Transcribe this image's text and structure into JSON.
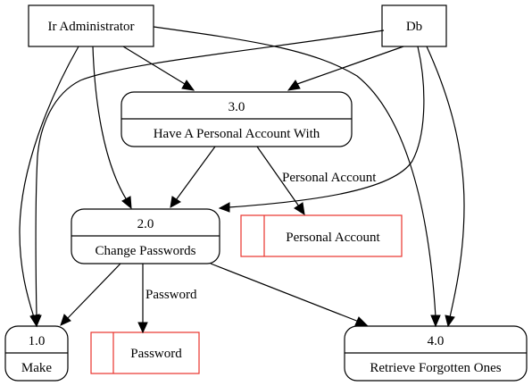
{
  "externals": {
    "admin": "Ir Administrator",
    "db": "Db"
  },
  "processes": {
    "p3": {
      "id": "3.0",
      "name": "Have A Personal Account With"
    },
    "p2": {
      "id": "2.0",
      "name": "Change Passwords"
    },
    "p1": {
      "id": "1.0",
      "name": "Make"
    },
    "p4": {
      "id": "4.0",
      "name": "Retrieve Forgotten Ones"
    }
  },
  "stores": {
    "personal_account": "Personal Account",
    "password": "Password"
  },
  "edge_labels": {
    "personal_account": "Personal Account",
    "password": "Password"
  },
  "colors": {
    "store_stroke": "#e8322c",
    "line": "#000000"
  }
}
